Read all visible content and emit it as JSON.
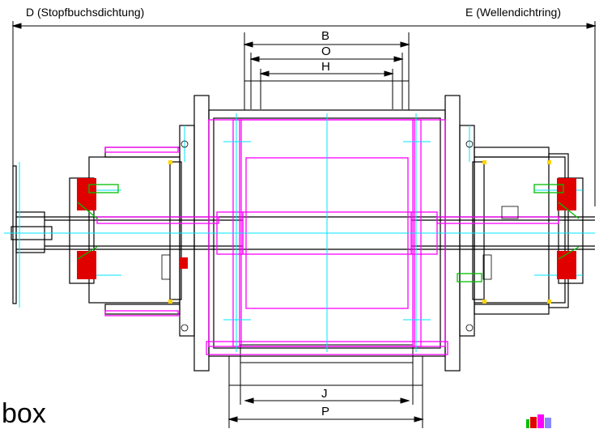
{
  "labels": {
    "d_stuffing_box": "D (Stopfbuchsdichtung)",
    "e_shaft_seal": "E (Wellendichtring)",
    "dim_b": "B",
    "dim_o": "O",
    "dim_h": "H",
    "dim_j": "J",
    "dim_p": "P",
    "partial_text": "box"
  },
  "colors": {
    "housing": "#ff00ff",
    "centerline": "#00e5ff",
    "outline": "#000000",
    "seal_red": "#e00000",
    "accent_green": "#00c000",
    "accent_yellow": "#ffd400"
  }
}
